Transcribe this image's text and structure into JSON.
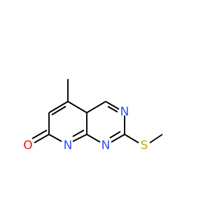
{
  "atoms": [
    {
      "id": "O",
      "symbol": "O",
      "color": "#ff0d0d"
    },
    {
      "id": "N1",
      "symbol": "N",
      "color": "#3050f8"
    },
    {
      "id": "N2",
      "symbol": "N",
      "color": "#3050f8"
    },
    {
      "id": "N3",
      "symbol": "N",
      "color": "#3050f8"
    },
    {
      "id": "S",
      "symbol": "S",
      "color": "#c9a800"
    }
  ],
  "colors": {
    "bond": "#000000",
    "background": "#ffffff"
  }
}
